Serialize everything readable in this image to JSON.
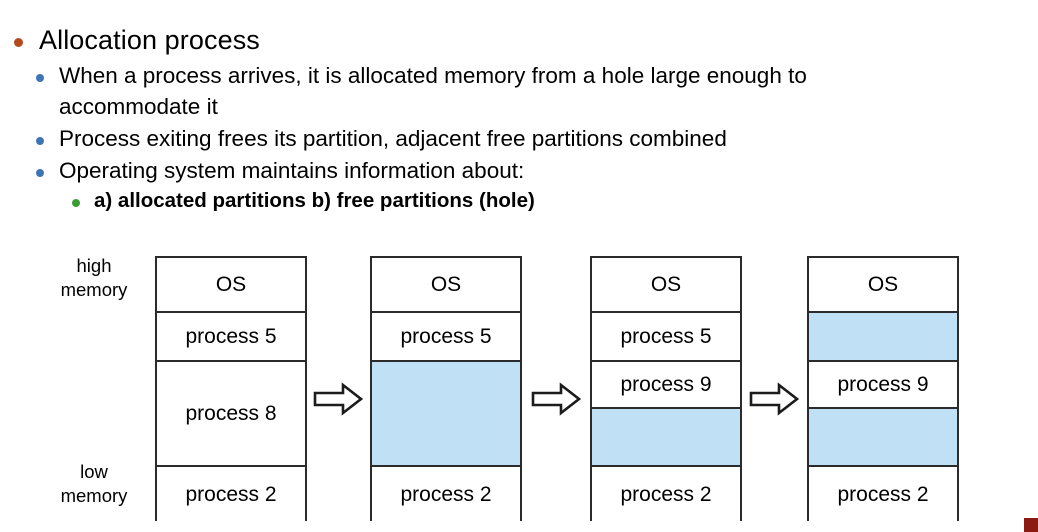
{
  "slide": {
    "bullets": [
      {
        "level": 1,
        "text": "Allocation process",
        "bullet_color": "#b4491e"
      },
      {
        "level": 2,
        "text": "When a process arrives, it is allocated memory from a hole large enough to accommodate it",
        "bullet_color": "#3f74b5"
      },
      {
        "level": 2,
        "text": "Process exiting frees its partition, adjacent free partitions combined",
        "bullet_color": "#3f74b5"
      },
      {
        "level": 2,
        "text": "Operating system maintains information about:",
        "bullet_color": "#3f74b5"
      },
      {
        "level": 3,
        "text": "a) allocated partitions b) free partitions (hole)",
        "bullet_color": "#3d9b35"
      }
    ]
  },
  "diagram": {
    "labels": {
      "high_line1": "high",
      "high_line2": "memory",
      "low_line1": "low",
      "low_line2": "memory"
    },
    "hole_color": "#bfe0f5",
    "border_color": "#2b2b2b",
    "arrow_label": "right-arrow",
    "columns": [
      {
        "name": "state-1",
        "segments": [
          {
            "label": "OS",
            "hole": false,
            "height": 55
          },
          {
            "label": "process 5",
            "hole": false,
            "height": 49
          },
          {
            "label": "process 8",
            "hole": false,
            "height": 105
          },
          {
            "label": "process 2",
            "hole": false,
            "height": 56
          }
        ]
      },
      {
        "name": "state-2",
        "segments": [
          {
            "label": "OS",
            "hole": false,
            "height": 55
          },
          {
            "label": "process 5",
            "hole": false,
            "height": 49
          },
          {
            "label": "",
            "hole": true,
            "height": 105
          },
          {
            "label": "process 2",
            "hole": false,
            "height": 56
          }
        ]
      },
      {
        "name": "state-3",
        "segments": [
          {
            "label": "OS",
            "hole": false,
            "height": 55
          },
          {
            "label": "process 5",
            "hole": false,
            "height": 49
          },
          {
            "label": "process 9",
            "hole": false,
            "height": 47
          },
          {
            "label": "",
            "hole": true,
            "height": 58
          },
          {
            "label": "process 2",
            "hole": false,
            "height": 56
          }
        ]
      },
      {
        "name": "state-4",
        "segments": [
          {
            "label": "OS",
            "hole": false,
            "height": 55
          },
          {
            "label": "",
            "hole": true,
            "height": 49
          },
          {
            "label": "process 9",
            "hole": false,
            "height": 47
          },
          {
            "label": "",
            "hole": true,
            "height": 58
          },
          {
            "label": "process 2",
            "hole": false,
            "height": 56
          }
        ]
      }
    ]
  },
  "corner_mark": {
    "color": "#8b1a12"
  }
}
